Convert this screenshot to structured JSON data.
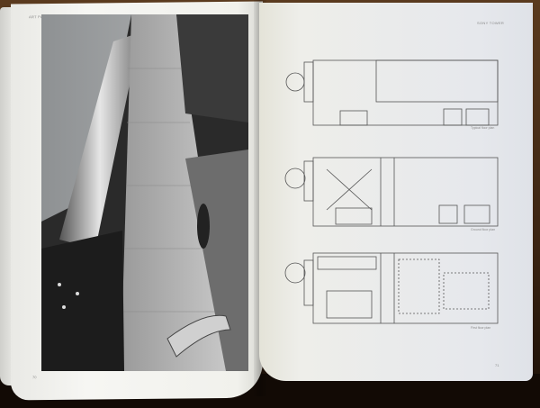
{
  "left_page": {
    "running_head": "ART PAVILION",
    "page_number": "70"
  },
  "right_page": {
    "running_head": "SONY TOWER",
    "page_number": "71",
    "plans": [
      {
        "caption": "Typical floor plan"
      },
      {
        "caption": "Ground floor plan"
      },
      {
        "caption": "First floor plan"
      }
    ]
  }
}
